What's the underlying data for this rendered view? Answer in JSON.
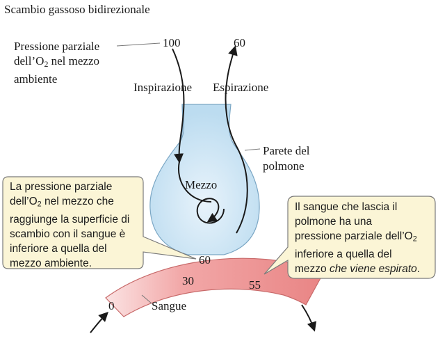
{
  "title": "Scambio gassoso bidirezionale",
  "ambient_label": {
    "line1": "Pressione parziale",
    "line2_pre": "dell’O",
    "line2_sub": "2",
    "line2_post": " nel mezzo",
    "line3": "ambiente"
  },
  "ambient_value": "100",
  "expired_value": "60",
  "inspiration_label": "Inspirazione",
  "expiration_label": "Espirazione",
  "lung_wall_label": {
    "line1": "Parete del",
    "line2": "polmone"
  },
  "medium_label": "Mezzo",
  "exchange_surface_value": "60",
  "blood_label": "Sangue",
  "blood_values": {
    "start": "0",
    "middle": "30",
    "end": "55"
  },
  "callout_left": {
    "line1": "La pressione parziale",
    "line2_pre": "dell’O",
    "line2_sub": "2",
    "line2_post": " nel mezzo che",
    "line3": "raggiunge la superficie di",
    "line4": "scambio con il sangue è",
    "line5": "inferiore a quella del",
    "line6": "mezzo ambiente."
  },
  "callout_right": {
    "line1": "Il sangue che lascia il",
    "line2": "polmone ha una",
    "line3_pre": "pressione parziale dell’O",
    "line3_sub": "2",
    "line4": "inferiore a quella del",
    "line5_pre": "mezzo ",
    "line5_italic": "che viene espirato",
    "line5_post": "."
  },
  "colors": {
    "lung_fill": "#cfe6f5",
    "blood_fill": "#ef9a9a",
    "callout_fill": "#fbf5d6",
    "callout_stroke": "#7a7a7a",
    "arrow": "#1a1a1a"
  }
}
